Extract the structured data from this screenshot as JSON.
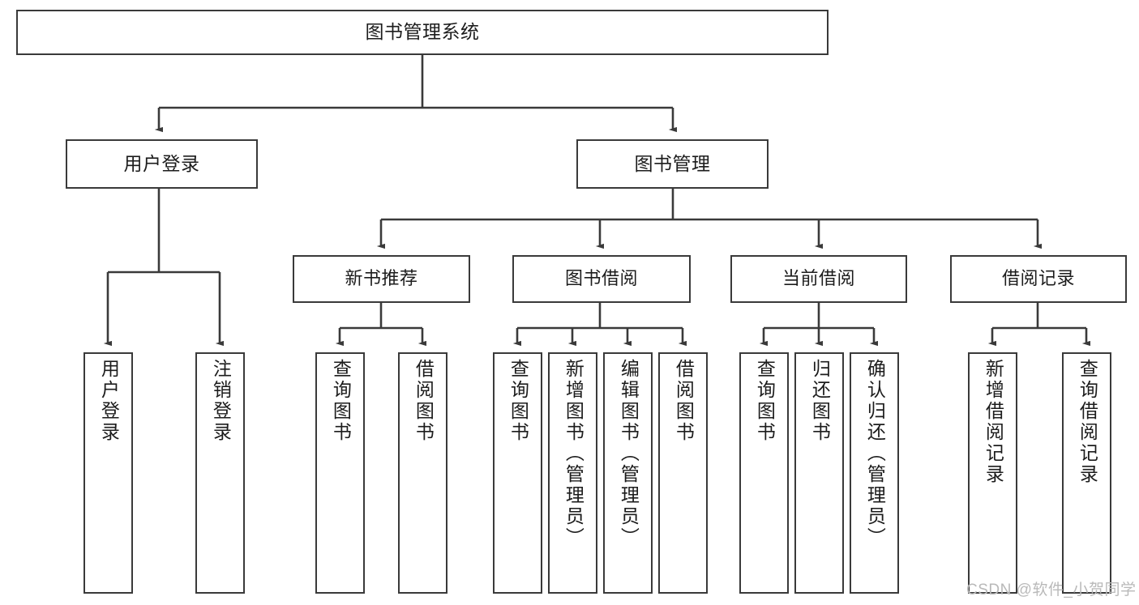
{
  "diagram": {
    "type": "tree-hierarchy-chart",
    "title": "图书管理系统",
    "root": {
      "id": "root",
      "label": "图书管理系统"
    },
    "level1": [
      {
        "id": "user-login",
        "label": "用户登录"
      },
      {
        "id": "book-manage",
        "label": "图书管理"
      }
    ],
    "level2": [
      {
        "id": "new-book-rec",
        "label": "新书推荐",
        "parent": "book-manage"
      },
      {
        "id": "book-borrow",
        "label": "图书借阅",
        "parent": "book-manage"
      },
      {
        "id": "current-borrow",
        "label": "当前借阅",
        "parent": "book-manage"
      },
      {
        "id": "borrow-record",
        "label": "借阅记录",
        "parent": "book-manage"
      }
    ],
    "leaves": [
      {
        "id": "leaf-user-login",
        "label": "用户登录",
        "parent": "user-login"
      },
      {
        "id": "leaf-logout",
        "label": "注销登录",
        "parent": "user-login"
      },
      {
        "id": "leaf-query-book-1",
        "label": "查询图书",
        "parent": "new-book-rec"
      },
      {
        "id": "leaf-borrow-book-1",
        "label": "借阅图书",
        "parent": "new-book-rec"
      },
      {
        "id": "leaf-query-book-2",
        "label": "查询图书",
        "parent": "book-borrow"
      },
      {
        "id": "leaf-add-book",
        "label": "新增图书（管理员）",
        "parent": "book-borrow"
      },
      {
        "id": "leaf-edit-book",
        "label": "编辑图书（管理员）",
        "parent": "book-borrow"
      },
      {
        "id": "leaf-borrow-book-2",
        "label": "借阅图书",
        "parent": "book-borrow"
      },
      {
        "id": "leaf-query-book-3",
        "label": "查询图书",
        "parent": "current-borrow"
      },
      {
        "id": "leaf-return-book",
        "label": "归还图书",
        "parent": "current-borrow"
      },
      {
        "id": "leaf-confirm-return",
        "label": "确认归还（管理员）",
        "parent": "current-borrow"
      },
      {
        "id": "leaf-add-record",
        "label": "新增借阅记录",
        "parent": "borrow-record"
      },
      {
        "id": "leaf-query-record",
        "label": "查询借阅记录",
        "parent": "borrow-record"
      }
    ],
    "colors": {
      "stroke": "#3a3a3a",
      "fill": "#ffffff",
      "text": "#1c1c1c",
      "watermark": "#b9b9b9"
    }
  },
  "watermark": {
    "text": "CSDN @软件_小贺同学"
  }
}
